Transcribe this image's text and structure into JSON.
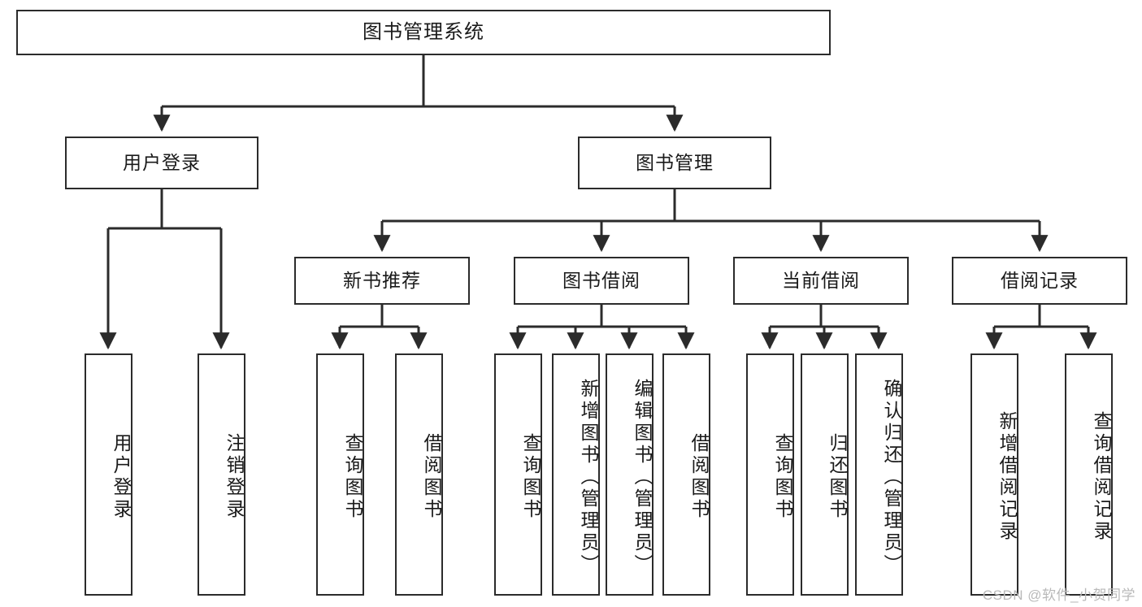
{
  "diagram": {
    "title": "图书管理系统",
    "type": "hierarchy-tree",
    "root": {
      "label": "图书管理系统"
    },
    "level2": [
      {
        "label": "用户登录"
      },
      {
        "label": "图书管理"
      }
    ],
    "level3": [
      {
        "label": "新书推荐"
      },
      {
        "label": "图书借阅"
      },
      {
        "label": "当前借阅"
      },
      {
        "label": "借阅记录"
      }
    ],
    "leaves": {
      "user_login": [
        {
          "label": "用户登录"
        },
        {
          "label": "注销登录"
        }
      ],
      "new_book_recommend": [
        {
          "label": "查询图书"
        },
        {
          "label": "借阅图书"
        }
      ],
      "book_borrow": [
        {
          "label": "查询图书"
        },
        {
          "label": "新增图书（管理员）"
        },
        {
          "label": "编辑图书（管理员）"
        },
        {
          "label": "借阅图书"
        }
      ],
      "current_borrow": [
        {
          "label": "查询图书"
        },
        {
          "label": "归还图书"
        },
        {
          "label": "确认归还（管理员）"
        }
      ],
      "borrow_record": [
        {
          "label": "新增借阅记录"
        },
        {
          "label": "查询借阅记录"
        }
      ]
    },
    "colors": {
      "box_border": "#2b2b2b",
      "box_fill": "#ffffff",
      "connector": "#2b2b2b",
      "text": "#1a1a1a",
      "watermark": "#b9b9b9",
      "background": "#ffffff"
    }
  },
  "watermark": {
    "text": "CSDN @软件_小贺同学"
  }
}
